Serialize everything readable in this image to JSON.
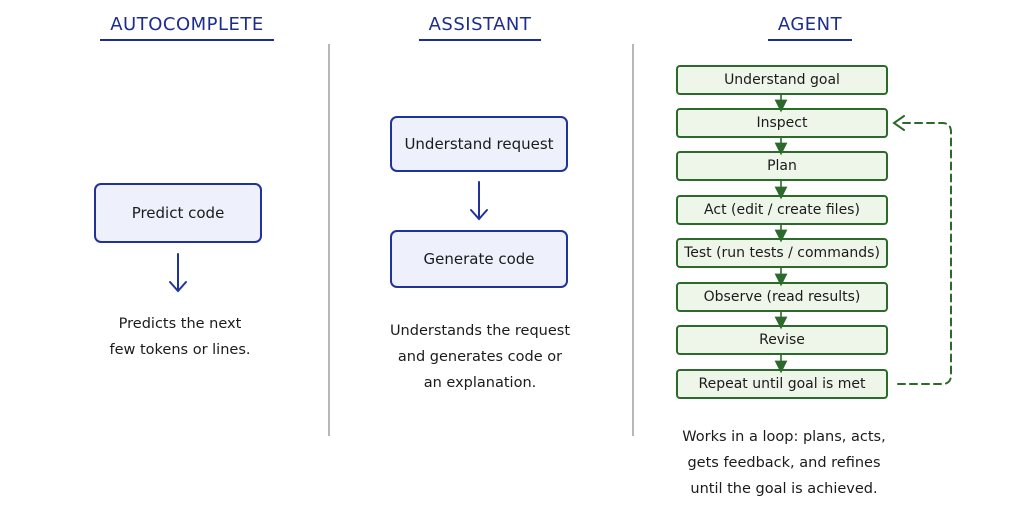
{
  "columns": [
    {
      "title": "AUTOCOMPLETE",
      "steps": [
        "Predict code"
      ],
      "description": [
        "Predicts the next",
        "few tokens or lines."
      ]
    },
    {
      "title": "ASSISTANT",
      "steps": [
        "Understand request",
        "Generate code"
      ],
      "description": [
        "Understands the request",
        "and generates code or",
        "an explanation."
      ]
    },
    {
      "title": "AGENT",
      "steps": [
        "Understand goal",
        "Inspect",
        "Plan",
        "Act (edit / create files)",
        "Test (run tests / commands)",
        "Observe (read results)",
        "Revise",
        "Repeat until goal is met"
      ],
      "description": [
        "Works in a loop: plans, acts,",
        "gets feedback, and refines",
        "until the goal is achieved."
      ]
    }
  ],
  "colors": {
    "title_blue": "#1c2d8f",
    "box_blue_border": "#20339a",
    "box_blue_fill": "#eef1fc",
    "box_green_border": "#2b6a2a",
    "box_green_fill": "#eef6ea",
    "divider": "#b8b8b8"
  },
  "icons": {
    "arrow": "arrow-down-icon",
    "loop": "dashed-loop-arrow-icon"
  }
}
